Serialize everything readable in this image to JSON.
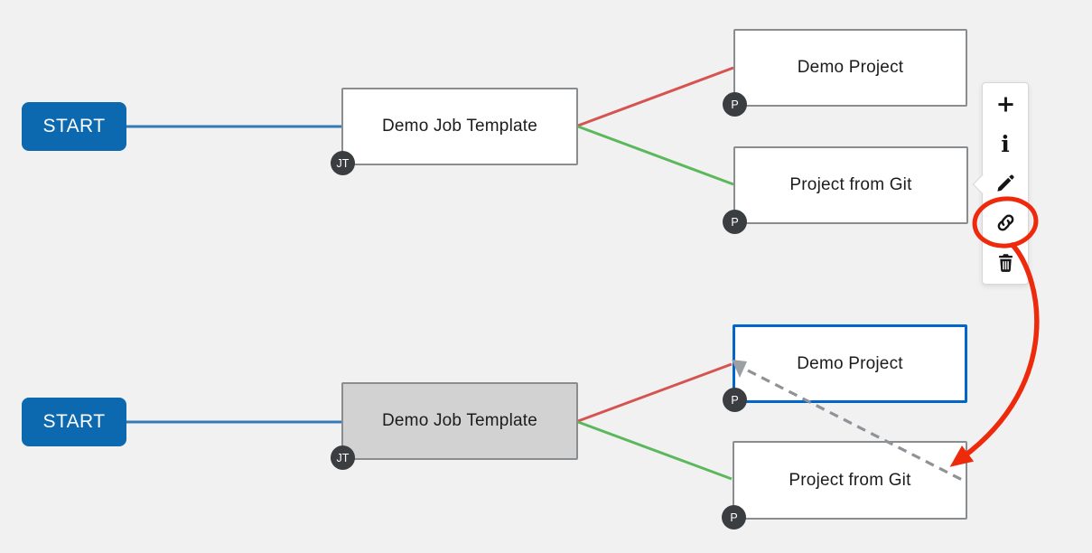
{
  "colors": {
    "canvas_bg": "#f1f1f2",
    "start_blue": "#0c69b0",
    "node_border": "#8a8d90",
    "node_fill": "#ffffff",
    "node_selected_fill": "#d2d2d2",
    "node_selected_border": "#0066cc",
    "edge_blue": "#337ab7",
    "edge_red": "#d6544f",
    "edge_green": "#5cb85c",
    "drag_gray": "#8f9296",
    "annotation_red": "#ee2a0c",
    "badge_bg": "#3b3e40"
  },
  "diagram_top": {
    "start_label": "START",
    "job_template": {
      "label": "Demo Job Template",
      "badge": "JT"
    },
    "demo_project": {
      "label": "Demo Project",
      "badge": "P"
    },
    "project_from_git": {
      "label": "Project from Git",
      "badge": "P"
    }
  },
  "diagram_bottom": {
    "start_label": "START",
    "job_template": {
      "label": "Demo Job Template",
      "badge": "JT"
    },
    "demo_project": {
      "label": "Demo Project",
      "badge": "P"
    },
    "project_from_git": {
      "label": "Project from Git",
      "badge": "P"
    }
  },
  "toolbar": {
    "buttons": [
      {
        "name": "add",
        "icon": "plus-icon"
      },
      {
        "name": "details",
        "icon": "info-icon",
        "glyph": "i"
      },
      {
        "name": "edit",
        "icon": "pencil-icon"
      },
      {
        "name": "link",
        "icon": "link-icon",
        "circled": true
      },
      {
        "name": "delete",
        "icon": "trash-icon"
      }
    ]
  }
}
